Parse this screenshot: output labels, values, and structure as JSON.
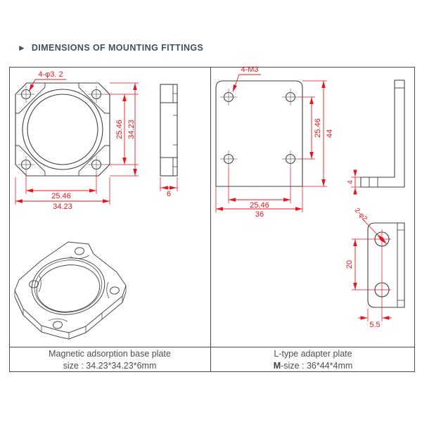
{
  "icons": {
    "section_marker": "►"
  },
  "title": "DIMENSIONS OF MOUNTING FITTINGS",
  "colors": {
    "dimension_red": "#e8151c",
    "drawing_line": "#3f3f3f",
    "title_text": "#3c5164"
  },
  "left_panel": {
    "hole_callout": "4-φ3. 2",
    "vertical_hole_pitch": "25.46",
    "vertical_size": "34.23",
    "horizontal_hole_pitch": "25.46",
    "horizontal_size": "34.23",
    "thickness": "6",
    "caption": {
      "name": "Magnetic adsorption base plate",
      "size": "size : 34.23*34.23*6mm"
    }
  },
  "right_panel": {
    "hole_callout": "4-M3",
    "vertical_hole_pitch": "25.46",
    "height": "44",
    "horizontal_hole_pitch": "25.46",
    "width": "36",
    "foot_thickness": "4",
    "foot_view": {
      "hole_callout": "2-φ2",
      "hole_pitch": "20",
      "edge_distance": "5.5"
    },
    "caption": {
      "name": "L-type adapter plate",
      "size_prefix": "M",
      "size_rest": "-size : 36*44*4mm"
    }
  }
}
